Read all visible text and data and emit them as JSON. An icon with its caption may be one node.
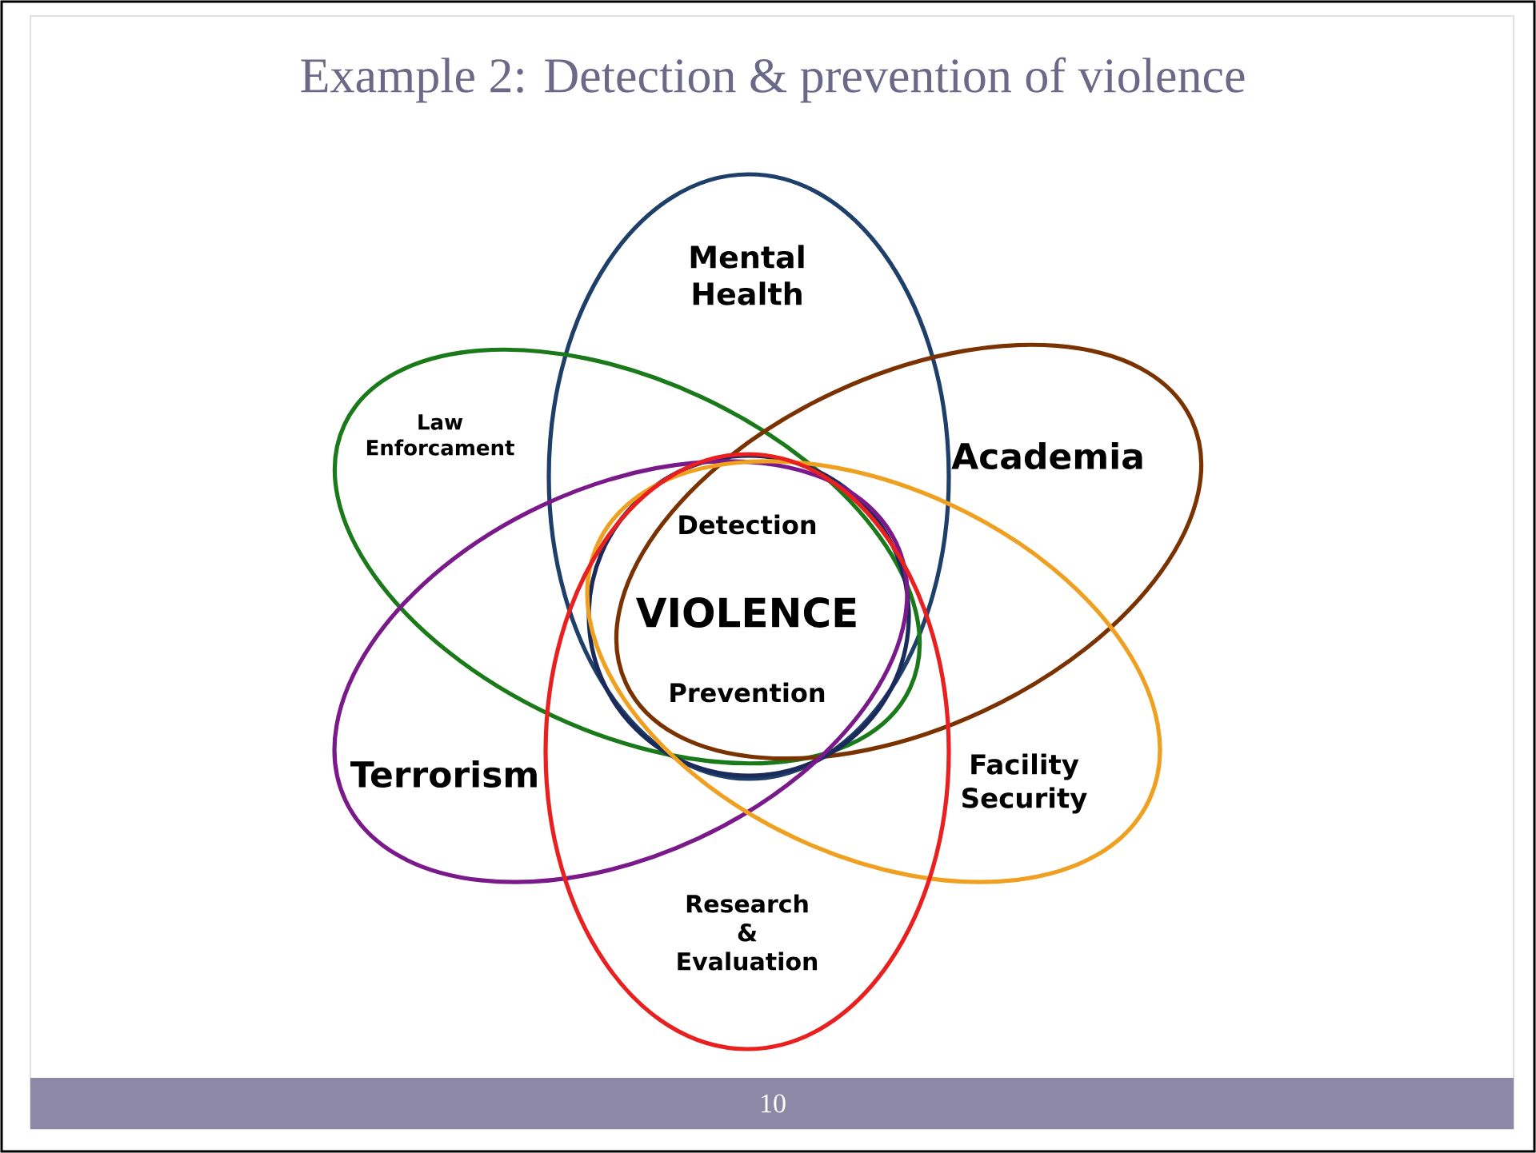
{
  "diagram": {
    "title": "Example 2: Detection & prevention of violence",
    "nodes": [
      {
        "text": [
          "Mental Health"
        ]
      },
      {
        "text": [
          "Law Enforcament"
        ]
      },
      {
        "text": [
          "Academia"
        ]
      },
      {
        "text": [
          "Detection",
          "VIOLENCE",
          "Prevention"
        ]
      },
      {
        "text": [
          "Terrorism"
        ]
      },
      {
        "text": [
          "Facility Security"
        ]
      },
      {
        "text": [
          "Research & Evaluation"
        ]
      }
    ],
    "labels": [
      "10"
    ]
  }
}
